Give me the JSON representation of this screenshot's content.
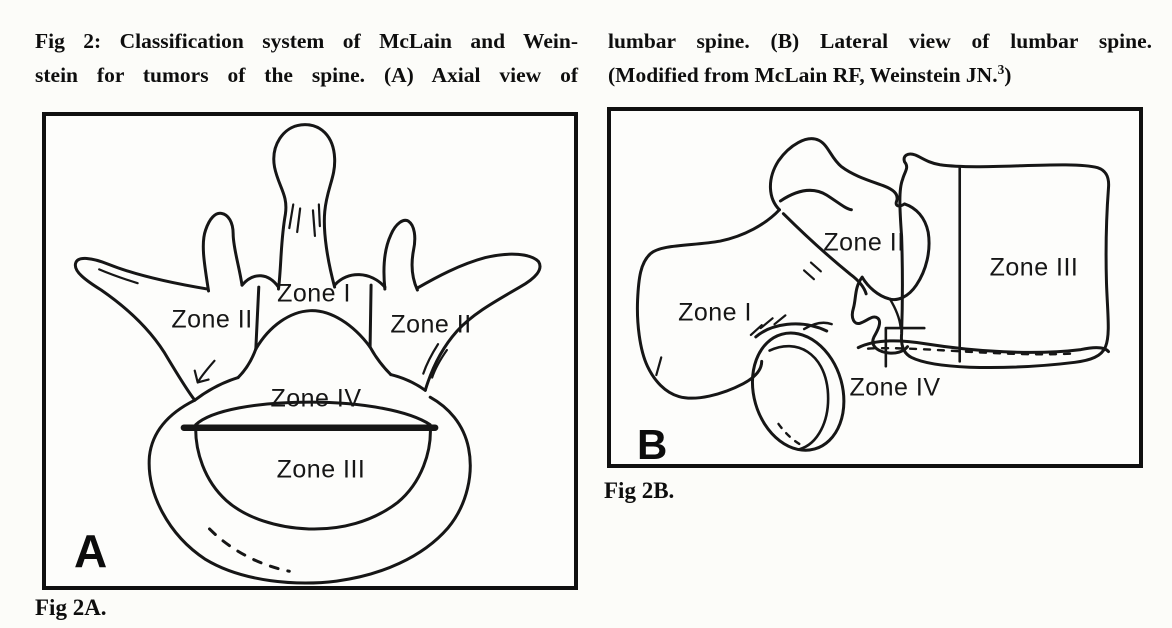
{
  "caption": {
    "left_line1": "Fig 2: Classification system of McLain and Wein-",
    "left_line2": "stein for tumors of the spine. (A) Axial view of",
    "right_line1": "lumbar spine. (B) Lateral view of lumbar spine.",
    "right_line2_pre": "(Modified from McLain RF, Weinstein JN.",
    "right_line2_sup": "3",
    "right_line2_post": ")"
  },
  "figure_a": {
    "panel_letter": "A",
    "caption": "Fig 2A.",
    "view": "Axial view of lumbar spine",
    "labels": {
      "zone1": "Zone I",
      "zone2_left": "Zone II",
      "zone2_right": "Zone II",
      "zone3": "Zone III",
      "zone4": "Zone IV"
    }
  },
  "figure_b": {
    "panel_letter": "B",
    "caption": "Fig 2B.",
    "view": "Lateral view of lumbar spine",
    "labels": {
      "zone1": "Zone I",
      "zone2": "Zone II",
      "zone3": "Zone III",
      "zone4": "Zone IV"
    }
  },
  "colors": {
    "ink": "#161616",
    "paper": "#fcfcf9",
    "panel_border": "#101010"
  }
}
